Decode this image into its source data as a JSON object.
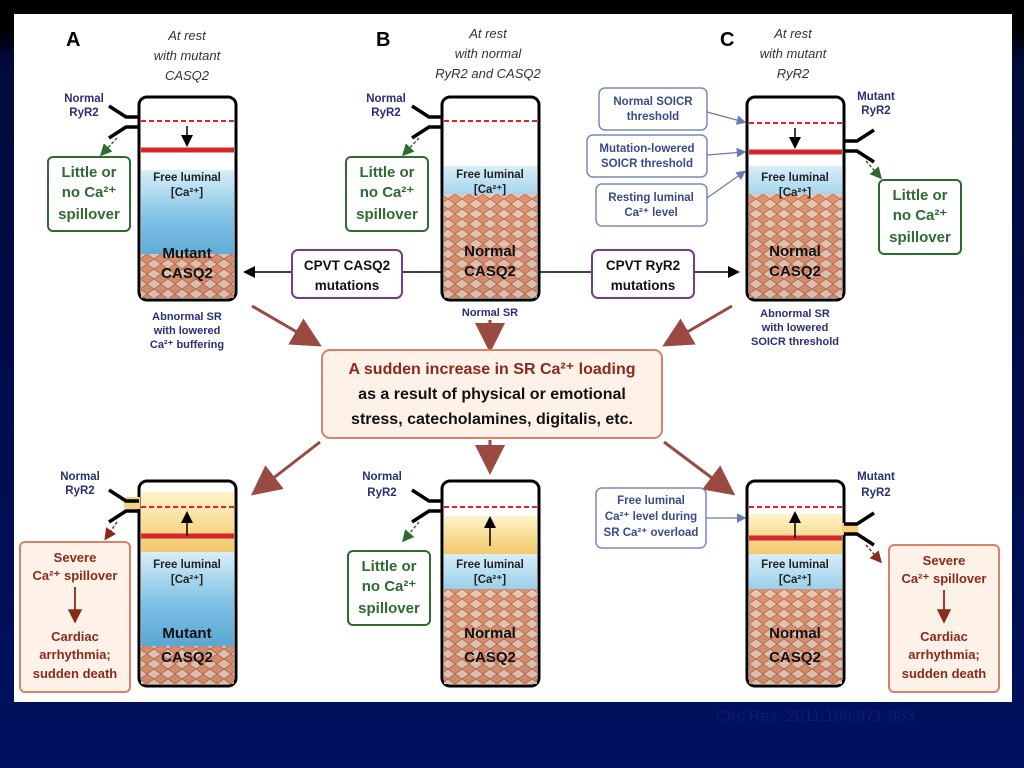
{
  "panels": {
    "a": {
      "letter": "A",
      "cond1": "At rest",
      "cond2": "with mutant",
      "cond3": "CASQ2",
      "ryr1": "Normal",
      "ryr2": "RyR2",
      "free1": "Free luminal",
      "free2": "[Ca²⁺]",
      "casq1": "Mutant",
      "casq2": "CASQ2",
      "sr1": "Abnormal SR",
      "sr2": "with lowered",
      "sr3": "Ca²⁺ buffering",
      "outcome1": "Little or",
      "outcome2": "no Ca²⁺",
      "outcome3": "spillover"
    },
    "b": {
      "letter": "B",
      "cond1": "At rest",
      "cond2": "with normal",
      "cond3": "RyR2 and CASQ2",
      "ryr1": "Normal",
      "ryr2": "RyR2",
      "free1": "Free luminal",
      "free2": "[Ca²⁺]",
      "casq1": "Normal",
      "casq2": "CASQ2",
      "sr1": "Normal SR",
      "outcome1": "Little or",
      "outcome2": "no Ca²⁺",
      "outcome3": "spillover"
    },
    "c": {
      "letter": "C",
      "cond1": "At rest",
      "cond2": "with mutant",
      "cond3": "RyR2",
      "ryr1": "Mutant",
      "ryr2": "RyR2",
      "free1": "Free luminal",
      "free2": "[Ca²⁺]",
      "casq1": "Normal",
      "casq2": "CASQ2",
      "sr1": "Abnormal SR",
      "sr2": "with lowered",
      "sr3": "SOICR threshold",
      "outcome1": "Little or",
      "outcome2": "no Ca²⁺",
      "outcome3": "spillover"
    }
  },
  "legend": {
    "normal_soicr1": "Normal SOICR",
    "normal_soicr2": "threshold",
    "mut_soicr1": "Mutation-lowered",
    "mut_soicr2": "SOICR threshold",
    "resting1": "Resting luminal",
    "resting2": "Ca²⁺ level",
    "overload1": "Free luminal",
    "overload2": "Ca²⁺ level during",
    "overload3": "SR Ca²⁺ overload"
  },
  "mutations": {
    "casq1": "CPVT CASQ2",
    "casq2": "mutations",
    "ryr1": "CPVT RyR2",
    "ryr2": "mutations"
  },
  "center": {
    "line1": "A sudden increase in SR Ca²⁺ loading",
    "line2": "as a result of physical or emotional",
    "line3": "stress, catecholamines, digitalis, etc."
  },
  "bottom": {
    "a": {
      "ryr1": "Normal",
      "ryr2": "RyR2",
      "free1": "Free luminal",
      "free2": "[Ca²⁺]",
      "casq1": "Mutant",
      "casq2": "CASQ2",
      "out1": "Severe",
      "out2": "Ca²⁺ spillover",
      "out3": "Cardiac",
      "out4": "arrhythmia;",
      "out5": "sudden death"
    },
    "b": {
      "ryr1": "Normal",
      "ryr2": "RyR2",
      "free1": "Free luminal",
      "free2": "[Ca²⁺]",
      "casq1": "Normal",
      "casq2": "CASQ2",
      "out1": "Little or",
      "out2": "no Ca²⁺",
      "out3": "spillover"
    },
    "c": {
      "ryr1": "Mutant",
      "ryr2": "RyR2",
      "free1": "Free luminal",
      "free2": "[Ca²⁺]",
      "casq1": "Normal",
      "casq2": "CASQ2",
      "out1": "Severe",
      "out2": "Ca²⁺ spillover",
      "out3": "Cardiac",
      "out4": "arrhythmia;",
      "out5": "sudden death"
    }
  },
  "citation": "Circ Res. 2011;108:871-883",
  "colors": {
    "background": "#000a3a",
    "fluid": "#4a9fd0",
    "overload": "#f6d27a",
    "threshold": "#d7262b",
    "green": "#2e6a32",
    "red": "#8a2a1a",
    "purple": "#7a3a8a",
    "arrow": "#9a4a40"
  }
}
